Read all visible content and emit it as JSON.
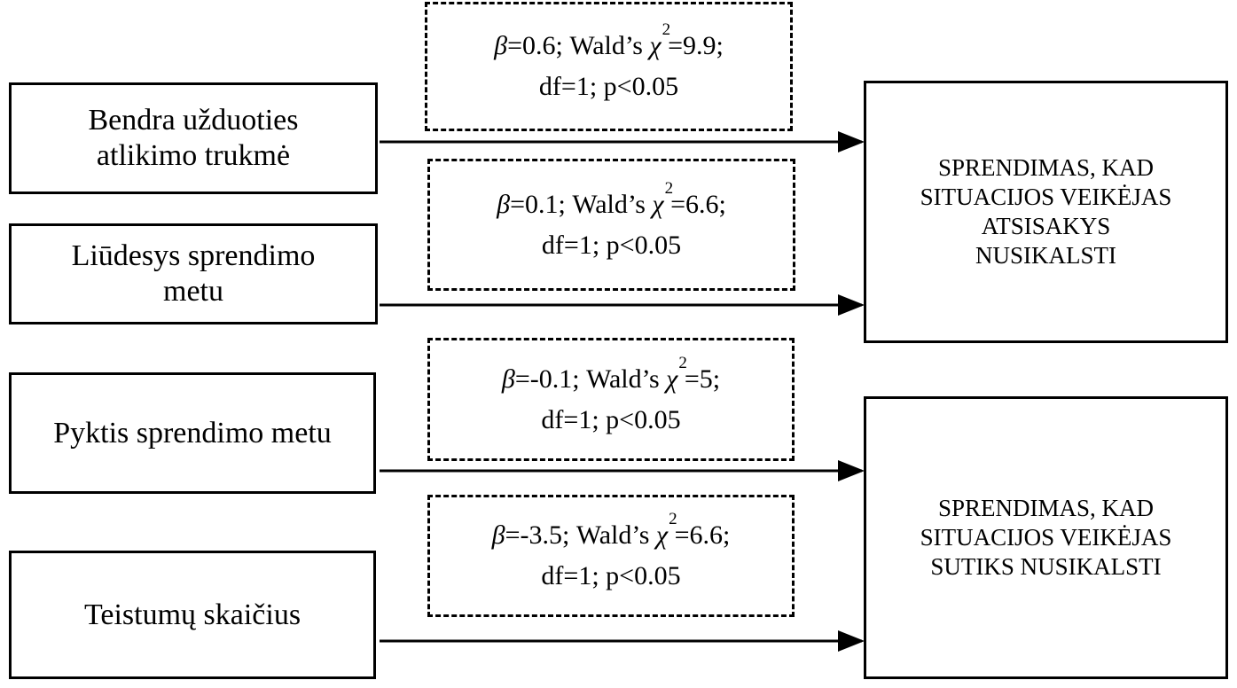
{
  "predictors": [
    {
      "id": "p1",
      "lines": [
        "Bendra užduoties",
        "atlikimo trukmė"
      ]
    },
    {
      "id": "p2",
      "lines": [
        "Liūdesys sprendimo",
        "metu"
      ]
    },
    {
      "id": "p3",
      "lines": [
        "Pyktis sprendimo metu"
      ]
    },
    {
      "id": "p4",
      "lines": [
        "Teistumų skaičius"
      ]
    }
  ],
  "stats": [
    {
      "beta_symbol": "β",
      "beta_rest": "=0.6; Wald’s ",
      "chi_symbol": "χ",
      "chi_sup": "2",
      "chi_rest": "=9.9;",
      "line2": "df=1; p<0.05"
    },
    {
      "beta_symbol": "β",
      "beta_rest": "=0.1; Wald’s ",
      "chi_symbol": "χ",
      "chi_sup": "2",
      "chi_rest": "=6.6;",
      "line2": "df=1; p<0.05"
    },
    {
      "beta_symbol": "β",
      "beta_rest": "=-0.1; Wald’s ",
      "chi_symbol": "χ",
      "chi_sup": "2",
      "chi_rest": "=5;",
      "line2": "df=1; p<0.05"
    },
    {
      "beta_symbol": "β",
      "beta_rest": "=-3.5; Wald’s ",
      "chi_symbol": "χ",
      "chi_sup": "2",
      "chi_rest": "=6.6;",
      "line2": "df=1; p<0.05"
    }
  ],
  "outcomes": [
    {
      "id": "o1",
      "lines": [
        "SPRENDIMAS, KAD",
        "SITUACIJOS VEIKĖJAS",
        "ATSISAKYS",
        "NUSIKALSTI"
      ]
    },
    {
      "id": "o2",
      "lines": [
        "SPRENDIMAS, KAD",
        "SITUACIJOS VEIKĖJAS",
        "SUTIKS NUSIKALSTI"
      ]
    }
  ],
  "edges": [
    {
      "from": "p1",
      "to": "o1"
    },
    {
      "from": "p2",
      "to": "o1"
    },
    {
      "from": "p3",
      "to": "o2"
    },
    {
      "from": "p4",
      "to": "o2"
    }
  ]
}
